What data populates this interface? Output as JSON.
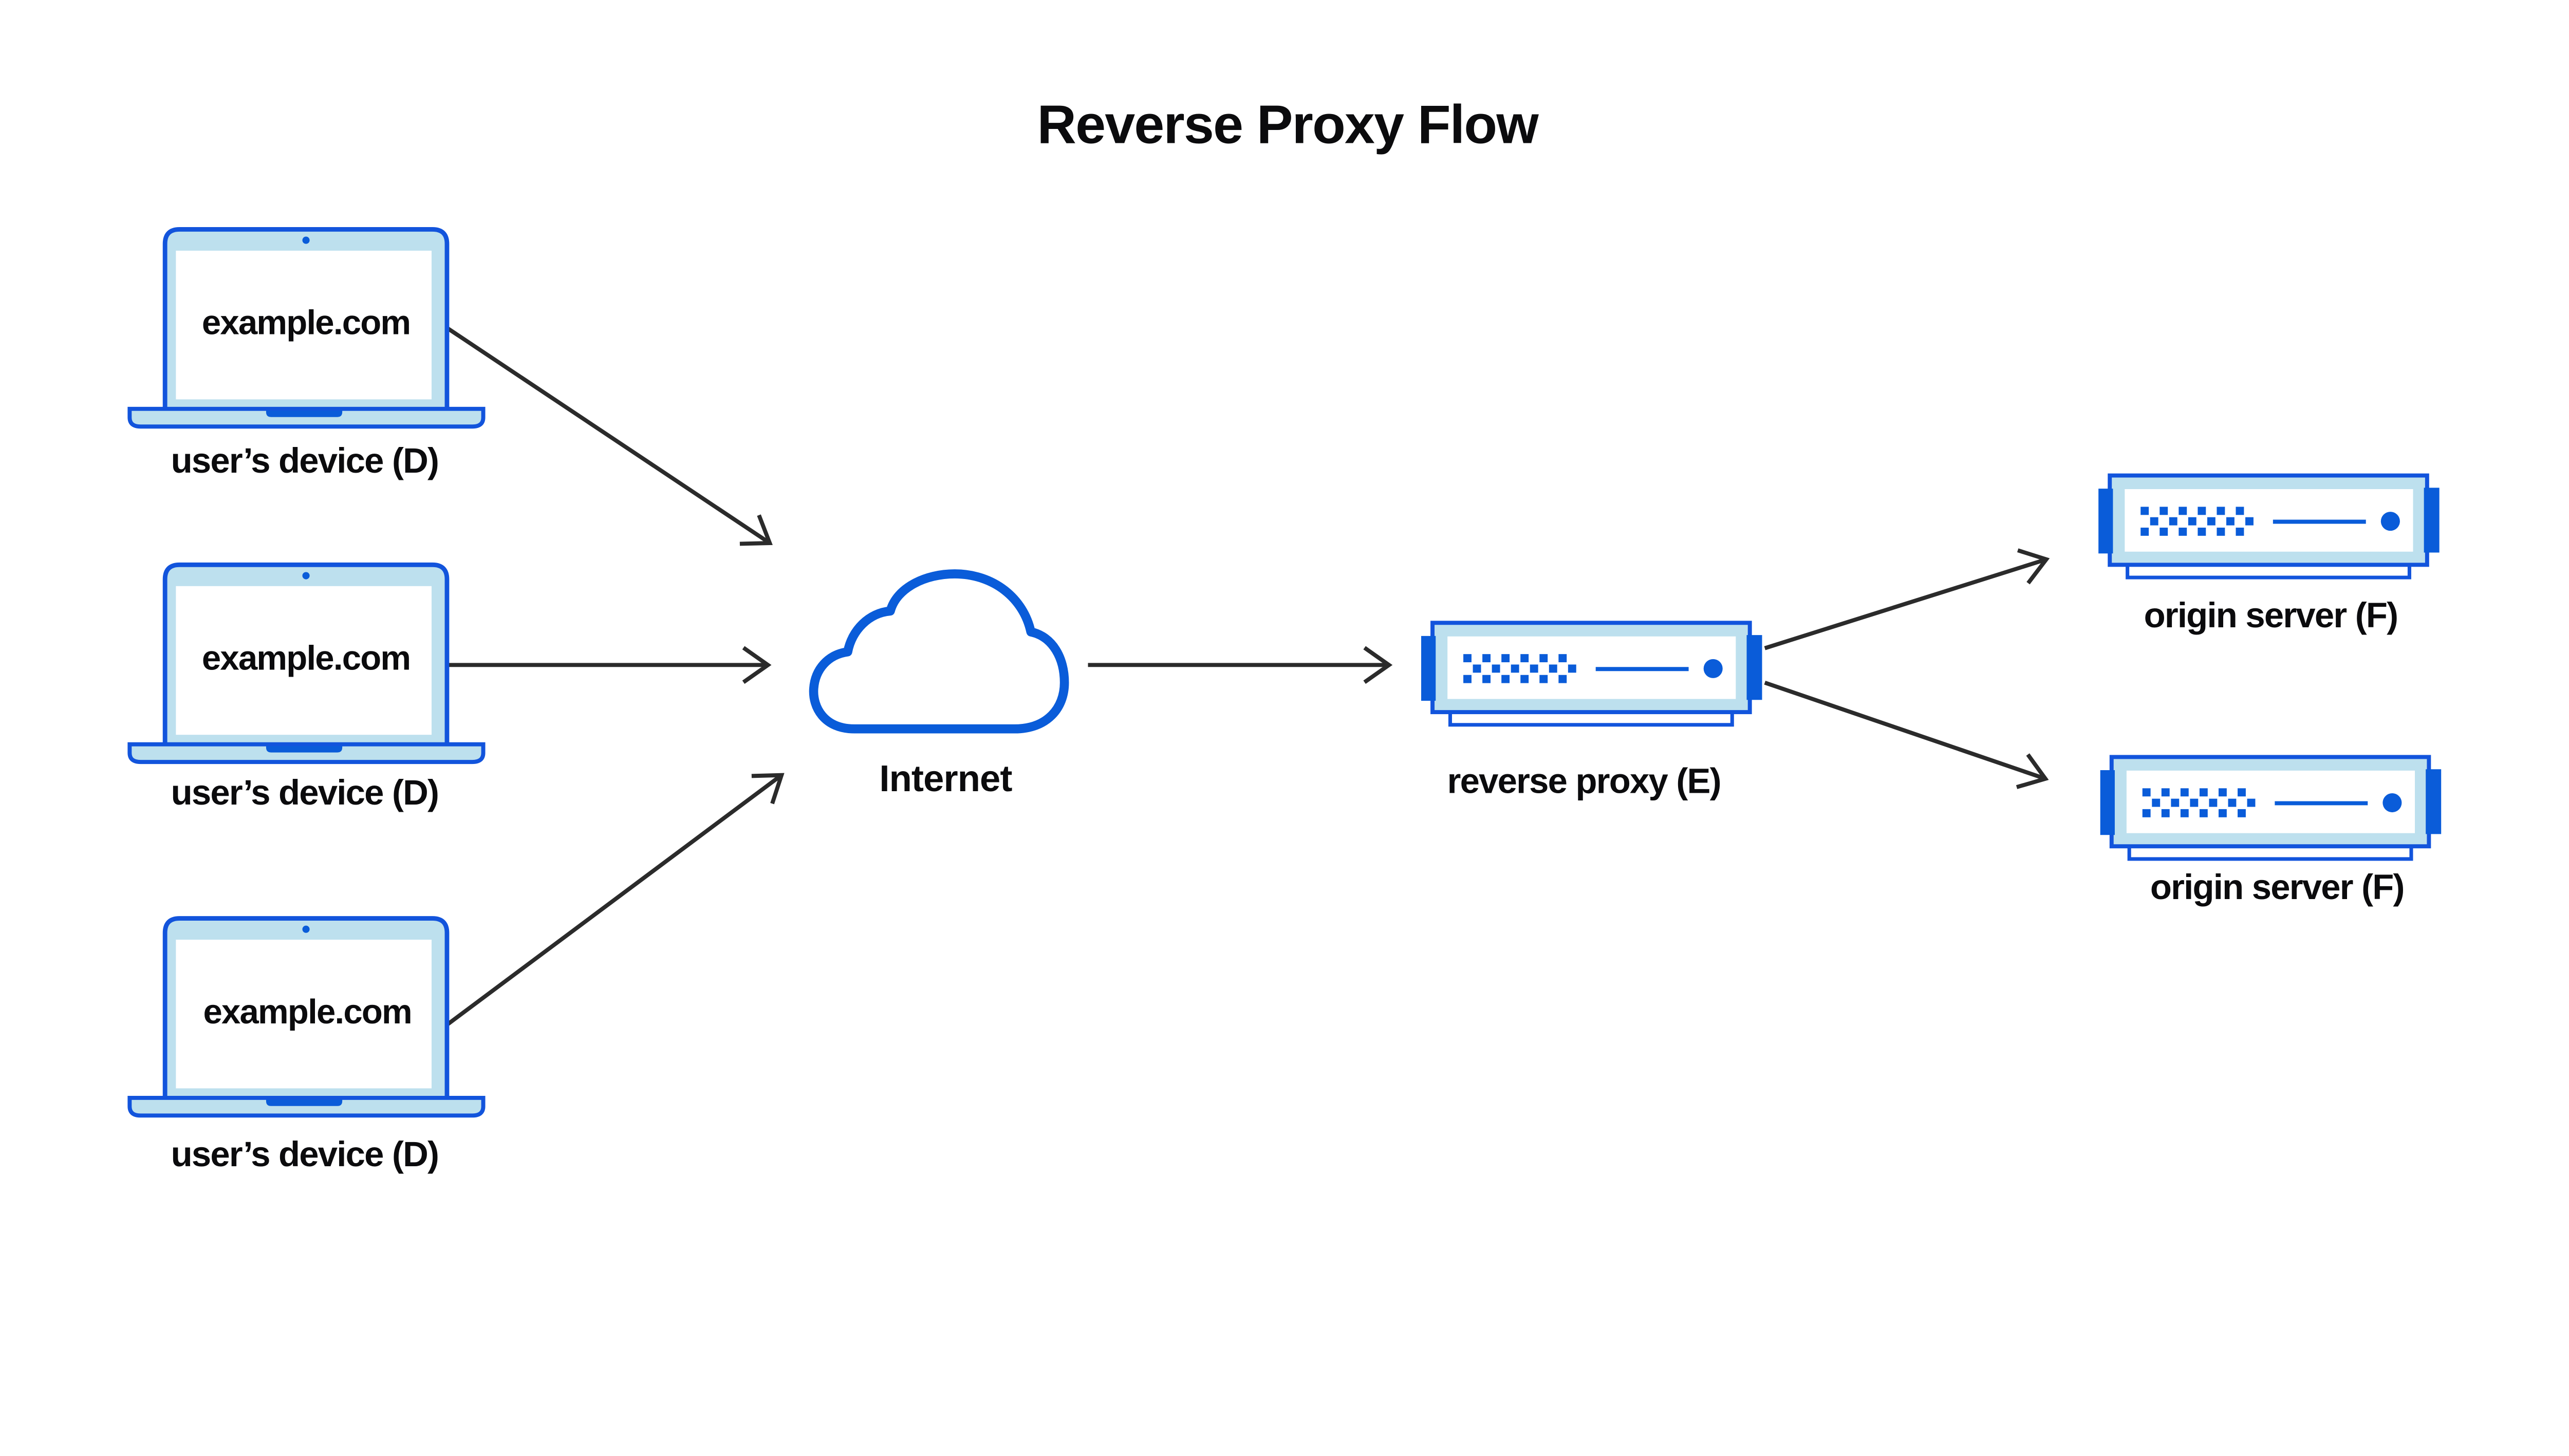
{
  "title": "Reverse Proxy Flow",
  "nodes": {
    "devices": [
      {
        "screen_text": "example.com",
        "label": "user’s device (D)"
      },
      {
        "screen_text": "example.com",
        "label": "user’s device (D)"
      },
      {
        "screen_text": "example.com",
        "label": "user’s device (D)"
      }
    ],
    "internet": {
      "label": "Internet"
    },
    "reverse_proxy": {
      "label": "reverse proxy (E)"
    },
    "origin_servers": [
      {
        "label": "origin server (F)"
      },
      {
        "label": "origin server (F)"
      }
    ]
  },
  "icons": [
    "laptop-icon",
    "cloud-icon",
    "server-icon"
  ],
  "colors": {
    "outline_blue": "#1254DC",
    "accent_blue": "#0A5CD9",
    "light_blue": "#BDE0EE",
    "arrow": "#2B2B2B",
    "text": "#0B0B0D",
    "background": "#FFFFFF"
  }
}
